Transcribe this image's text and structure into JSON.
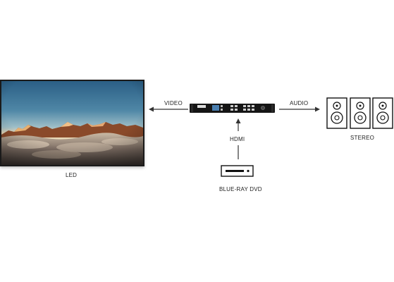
{
  "labels": {
    "video": "VIDEO",
    "audio": "AUDIO",
    "hdmi": "HDMI",
    "led": "LED",
    "dvd": "BLUE-RAY DVD",
    "stereo": "STEREO"
  },
  "colors": {
    "line": "#333333",
    "device": "#111111"
  }
}
